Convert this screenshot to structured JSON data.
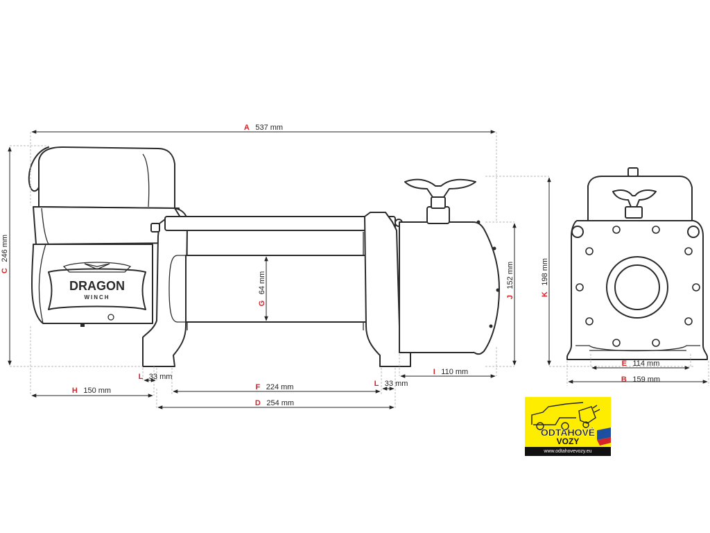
{
  "brand": {
    "name": "DRAGON",
    "subname": "WINCH"
  },
  "dimensions": {
    "A": {
      "letter": "A",
      "value": "537 mm"
    },
    "B": {
      "letter": "B",
      "value": "159 mm"
    },
    "C": {
      "letter": "C",
      "value": "246 mm"
    },
    "D": {
      "letter": "D",
      "value": "254 mm"
    },
    "E": {
      "letter": "E",
      "value": "114 mm"
    },
    "F": {
      "letter": "F",
      "value": "224 mm"
    },
    "G": {
      "letter": "G",
      "value": "64 mm"
    },
    "H": {
      "letter": "H",
      "value": "150 mm"
    },
    "I": {
      "letter": "I",
      "value": "110 mm"
    },
    "J": {
      "letter": "J",
      "value": "152 mm"
    },
    "K": {
      "letter": "K",
      "value": "198 mm"
    },
    "L_left": {
      "letter": "L",
      "value": "33 mm"
    },
    "L_right": {
      "letter": "L",
      "value": "33 mm"
    }
  },
  "logo": {
    "line1": "ODTAHOVÉ",
    "line2": "VOZY",
    "url": "www.odtahovevozy.eu",
    "bg_color": "#ffed00",
    "accent_color": "#1d4fa0"
  },
  "colors": {
    "dimension_letter": "#d6232a",
    "outline": "#2a2a2a"
  }
}
